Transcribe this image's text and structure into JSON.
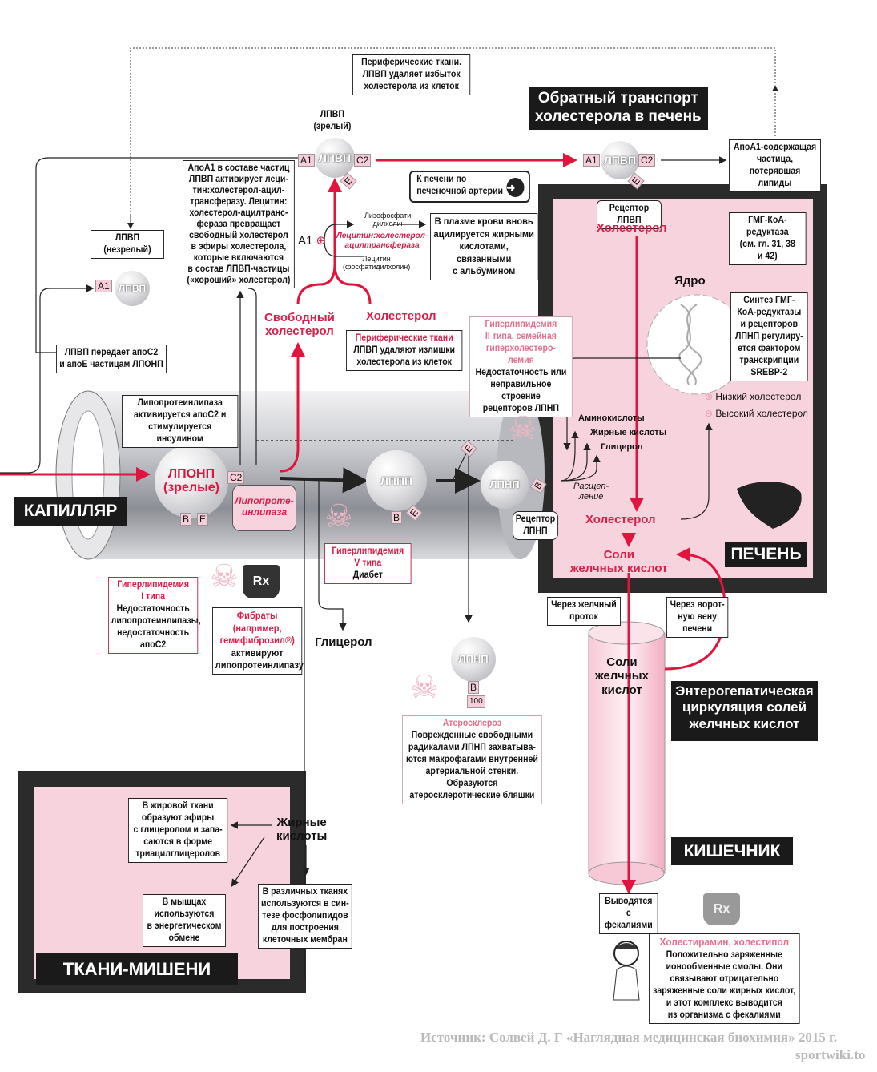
{
  "title": "Обратный транспорт\nхолестерола в печень",
  "labels": {
    "capillary": "КАПИЛЛЯР",
    "liver": "ПЕЧЕНЬ",
    "intestine": "КИШЕЧНИК",
    "target_tissues": "ТКАНИ-МИШЕНИ",
    "enterohepatic": "Энтерогепатическая\nциркуляция солей\nжелчных кислот"
  },
  "particles": {
    "hdl_mature": "ЛПВП",
    "hdl_mature_label": "ЛПВП\n(зрелый)",
    "hdl_immature": "ЛПВП",
    "hdl_immature_label": "ЛПВП\n(незрелый)",
    "hdl_liver": "ЛПВП",
    "vldl": "ЛПОНП\n(зрелые)",
    "idl": "ЛППП",
    "ldl": "ЛПНП",
    "ldl_free": "ЛПНП",
    "a1": "A1",
    "c2": "C2",
    "e": "E",
    "b": "B",
    "b100": "100"
  },
  "boxes": {
    "peripheral_top": "Периферические ткани.\nЛПВП удаляет избыток\nхолестерола из клеток",
    "apoa1": "АпоА1 в составе частиц\nЛПВП активирует леци-\nтин:холестерол-ацил-\nтрансферазу. Лецитин:\nхолестерол-ацилтранс-\nфераза превращает\nсвободный холестерол\nв эфиры холестерола,\nкоторые включаются\nв состав ЛПВП-частицы\n(«хороший» холестерол)",
    "to_liver": "К печени по\nпеченочной артерии",
    "plasma": "В плазме крови вновь\nацилируется жирными\nкислотами, связанными\nс альбумином",
    "peripheral_title": "Периферические ткани",
    "peripheral_body": "ЛПВП удаляют излишки\nхолестерола из клеток",
    "transfer": "ЛПВП передает апоС2\nи апоЕ частицам ЛПОНП",
    "lpl_activation": "Липопротеинлипаза\nактивируется апоС2 и\nстимулируется инсулином",
    "apoa1_particle": "АпоА1-содержащая\nчастица, потерявшая\nлипиды",
    "hmg": "ГМГ-КоА-\nредуктаза\n(см. гл. 31, 38\nи 42)",
    "srebp": "Синтез ГМГ-\nКоА-редуктазы\nи рецепторов\nЛПНП регулиру-\nется фактором\nтранскрипции\nSREBP-2",
    "hyper2_title": "Гиперлипидемия\nII типа, семейная\nгиперхолестеро-\nлемия",
    "hyper2_body": "Недостаточность или\nнеправильное строение\nрецепторов ЛПНП",
    "hyper1_title": "Гиперлипидемия\nI типа",
    "hyper1_body": "Недостаточность\nлипопротеинлипазы,\nнедостаточность\nапоС2",
    "fibrates_title": "Фибраты\n(например,\nгемифиброзил℗)",
    "fibrates_body": "активируют\nлипопротеинлипазу",
    "hyper5_title": "Гиперлипидемия\nV типа",
    "hyper5_body": "Диабет",
    "athero_title": "Атеросклероз",
    "athero_body": "Поврежденные свободными\nрадикалами ЛПНП захватыва-\nются макрофагами внутренней\nартериальной стенки.\nОбразуются\nатеросклеротические бляшки",
    "bile_duct": "Через желчный\nпроток",
    "portal": "Через ворот-\nную вену\nпечени",
    "feces": "Выводятся\nс фекалиями",
    "cholestyramine_title": "Холестирамин, холестипол",
    "cholestyramine_body": "Положительно заряженные\nионообменные смолы. Они\nсвязывают отрицательно\nзаряженные соли жирных кислот,\nи этот комплекс выводится\nиз организма с фекалиями",
    "fat_tissue": "В жировой ткани\nобразуют эфиры\nс глицеролом и запа-\nсаются в форме\nтриацилглицеролов",
    "muscle": "В мышцах\nиспользуются\nв энергетическом\nобмене",
    "various": "В различных тканях\nиспользуются в син-\nтезе фосфолипидов\nдля построения\nклеточных мембран"
  },
  "texts": {
    "lysophos": "Лизофосфати-\nдилхолин",
    "lcat": "Лецитин:холестерол-\nацилтрансфераза",
    "lecithin": "Лецитин\n(фосфатидилхолин)",
    "a1_plus": "A1",
    "free_chol": "Свободный\nхолестерол",
    "chol_periph": "Холестерол",
    "hdl_receptor": "Рецептор ЛПВП",
    "chol_liver_top": "Холестерол",
    "nucleus": "Ядро",
    "low_chol": "Низкий холестерол",
    "high_chol": "Высокий холестерол",
    "amino": "Аминокислоты",
    "fatty_liver": "Жирные кислоты",
    "glycerol_liver": "Глицерол",
    "breakdown": "Расщеп-\nление",
    "ldl_receptor": "Рецептор\nЛПНП",
    "chol_liver_bottom": "Холестерол",
    "bile_salts_liver": "Соли\nжелчных кислот",
    "bile_salts_intestine": "Соли\nжелчных\nкислот",
    "lpl": "Липопроте-\nинлипаза",
    "glycerol": "Глицерол",
    "fatty_acids": "Жирные\nкислоты",
    "rx": "Rx"
  },
  "footer": {
    "source": "Источник: Солвей Д. Г «Наглядная медицинская биохимия» 2015 г.",
    "site": "sportwiki.to"
  },
  "colors": {
    "accent_red": "#d8204a",
    "pink_fill": "#f7d3de",
    "frame": "#2b2b2b"
  }
}
